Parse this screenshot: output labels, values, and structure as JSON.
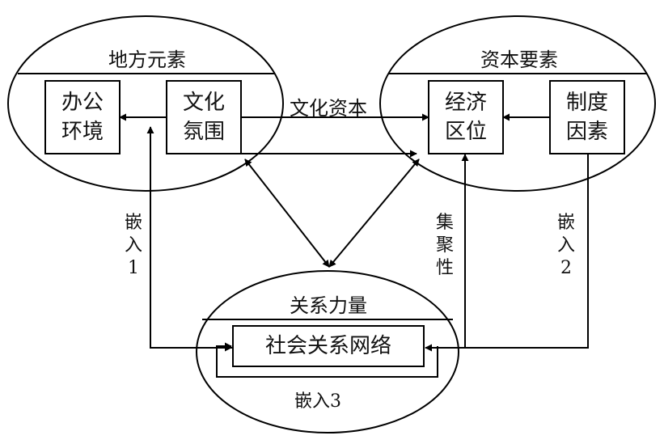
{
  "groups": {
    "place": {
      "title": "地方元素"
    },
    "capital": {
      "title": "资本要素"
    },
    "relation": {
      "title": "关系力量"
    }
  },
  "boxes": {
    "office": {
      "line1": "办公",
      "line2": "环境"
    },
    "culture": {
      "line1": "文化",
      "line2": "氛围"
    },
    "economic": {
      "line1": "经济",
      "line2": "区位"
    },
    "institution": {
      "line1": "制度",
      "line2": "因素"
    },
    "social": {
      "label": "社会关系网络"
    }
  },
  "edges": {
    "cultural_capital": "文化资本",
    "embed1": [
      "嵌",
      "入",
      "1"
    ],
    "embed2": [
      "嵌",
      "入",
      "2"
    ],
    "agglomeration": [
      "集",
      "聚",
      "性"
    ],
    "embed3": "嵌入3"
  },
  "colors": {
    "stroke": "#000000",
    "text": "#111111"
  }
}
